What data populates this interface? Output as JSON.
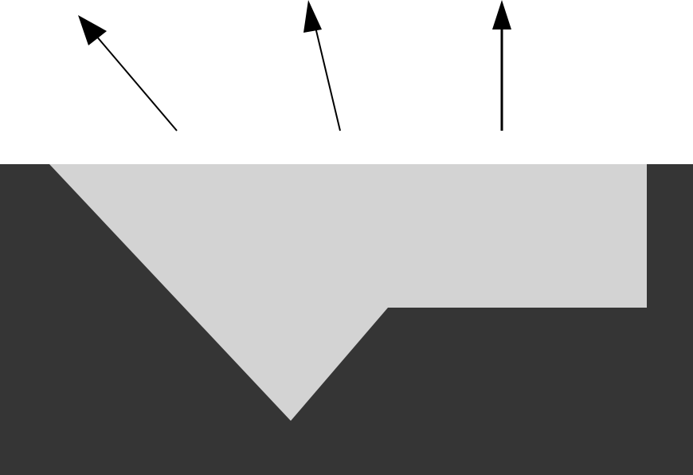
{
  "diagram": {
    "description_visible_text": "",
    "colors": {
      "background": "#ffffff",
      "substrate": "#353535",
      "cavity": "#d3d3d3",
      "arrow": "#000000"
    },
    "elements": {
      "substrate": "dark-substrate",
      "cavity": "light-etched-cavity",
      "arrows": [
        "arrow-left-tilted",
        "arrow-slight-tilt",
        "arrow-vertical"
      ]
    }
  }
}
